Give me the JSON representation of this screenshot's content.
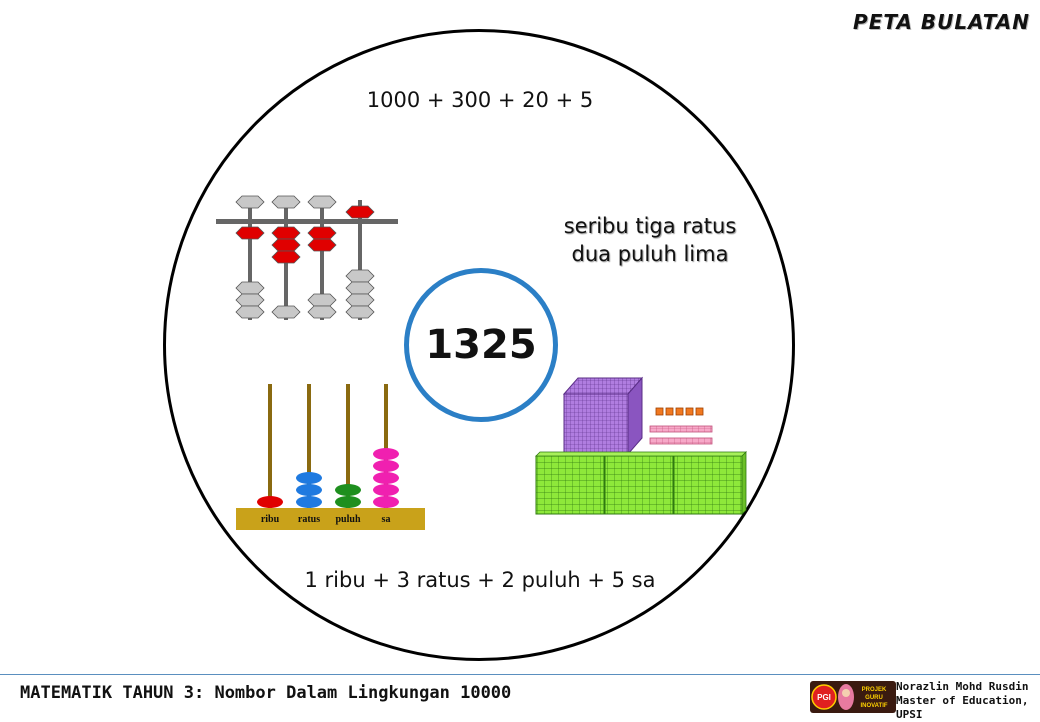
{
  "header": {
    "title": "PETA BULATAN"
  },
  "center": {
    "number": "1325"
  },
  "representations": {
    "expanded_form": "1000 + 300 + 20 + 5",
    "words_line1": "seribu tiga ratus",
    "words_line2": "dua puluh lima",
    "place_value_words": "1 ribu + 3 ratus + 2 puluh + 5 sa"
  },
  "abacus_labels": [
    "ribu",
    "ratus",
    "puluh",
    "sa"
  ],
  "colors": {
    "ring": "#2b7fc6",
    "bead_red": "#e00000",
    "bead_blue": "#1f7ae0",
    "bead_green": "#1e8f1e",
    "bead_pink": "#f020b0",
    "cube_purple": "#b07de0",
    "flat_green": "#8ee83a",
    "rod_pink": "#f7a8c8",
    "unit_orange": "#f07820"
  },
  "footer": {
    "course": "MATEMATIK TAHUN 3: Nombor Dalam Lingkungan 10000",
    "author": "Norazlin Mohd Rusdin",
    "affiliation": "Master of Education, UPSI",
    "logo_text_1": "PROJEK",
    "logo_text_2": "GURU",
    "logo_text_3": "INOVATIF",
    "logo_badge": "PGI"
  }
}
